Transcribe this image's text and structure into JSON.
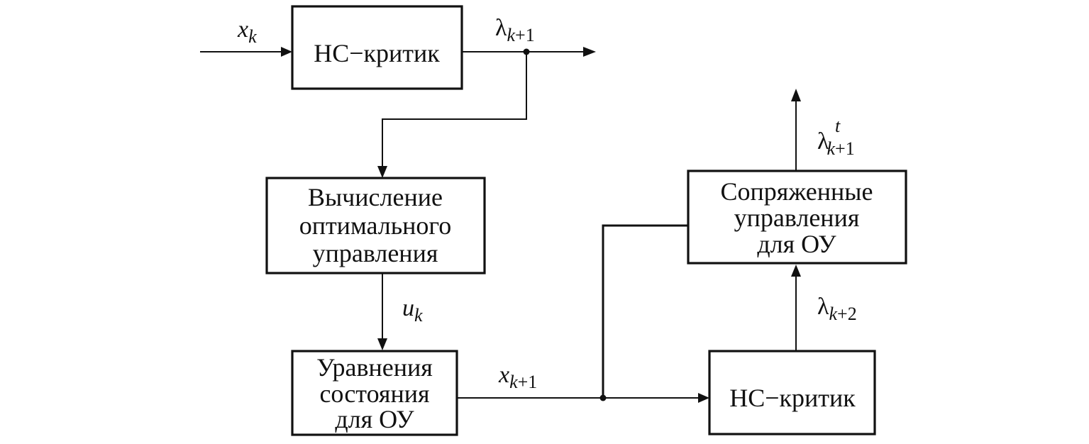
{
  "diagram": {
    "blocks": {
      "critic_top": {
        "lines": [
          "НС−критик"
        ]
      },
      "optimal_control": {
        "lines": [
          "Вычисление",
          "оптимального",
          "управления"
        ]
      },
      "state_equations": {
        "lines": [
          "Уравнения",
          "состояния",
          "для ОУ"
        ]
      },
      "critic_bottom": {
        "lines": [
          "НС−критик"
        ]
      },
      "costate": {
        "lines": [
          "Сопряженные",
          "управления",
          "для ОУ"
        ]
      }
    },
    "signals": {
      "x_k": {
        "base": "x",
        "sub": "k"
      },
      "lambda_k1": {
        "base": "λ",
        "sub_italic": "k",
        "sub_rest": "+1"
      },
      "u_k": {
        "base": "u",
        "sub": "k"
      },
      "x_k1": {
        "base": "x",
        "sub_italic": "k",
        "sub_rest": "+1"
      },
      "lambda_k2": {
        "base": "λ",
        "sub_italic": "k",
        "sub_rest": "+2"
      },
      "lambda_t_k1": {
        "base": "λ",
        "sup": "t",
        "sub_italic": "k",
        "sub_rest": "+1"
      }
    }
  }
}
